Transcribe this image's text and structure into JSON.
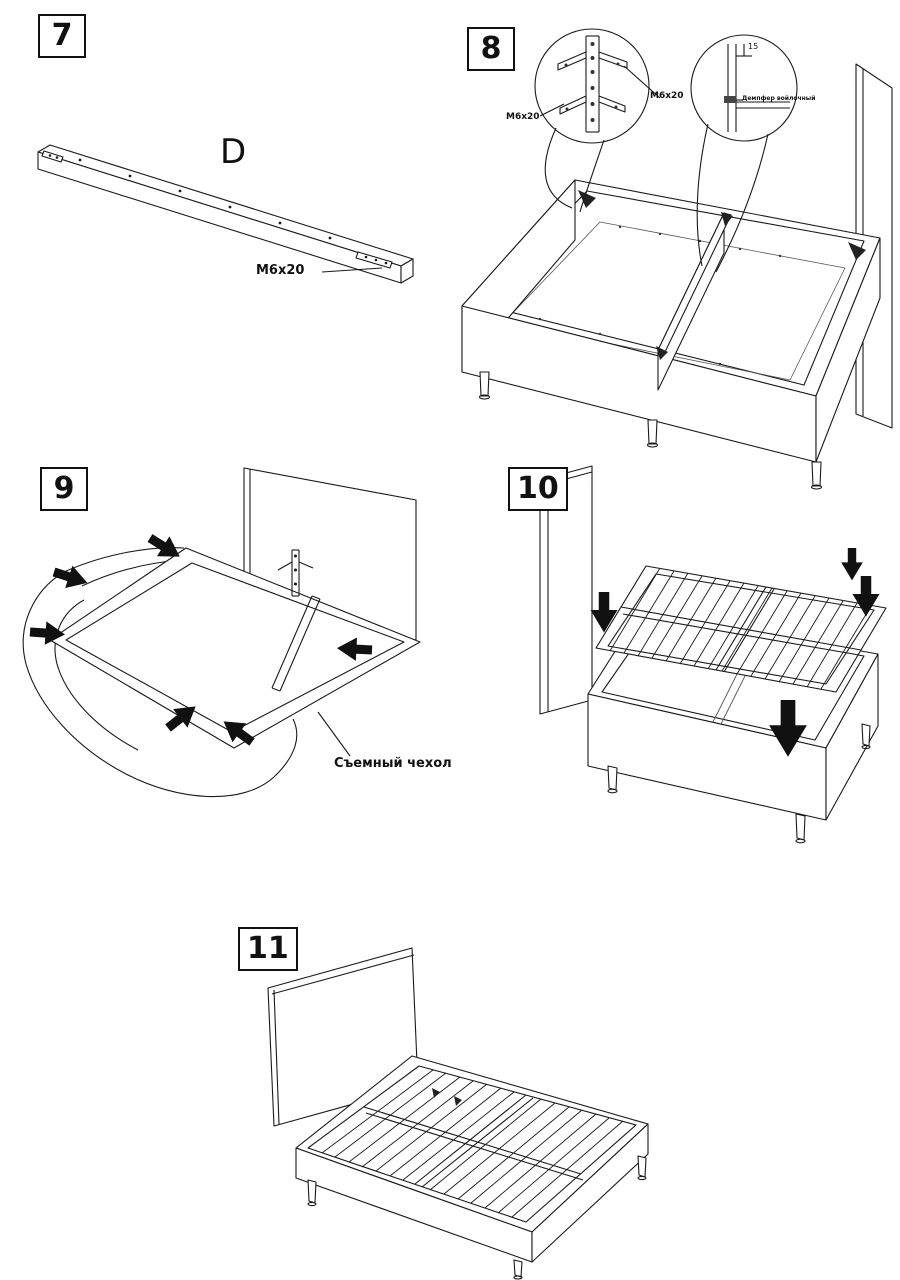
{
  "steps": {
    "step7": {
      "number": "7",
      "part_label": "D",
      "screw_label": "M6x20"
    },
    "step8": {
      "number": "8",
      "screw_label_left": "M6x20",
      "screw_label_right": "M6x20",
      "dimension_label": "15",
      "damper_label": "Демпфер войлочный"
    },
    "step9": {
      "number": "9",
      "cover_label": "Съемный чехол"
    },
    "step10": {
      "number": "10"
    },
    "step11": {
      "number": "11"
    }
  }
}
